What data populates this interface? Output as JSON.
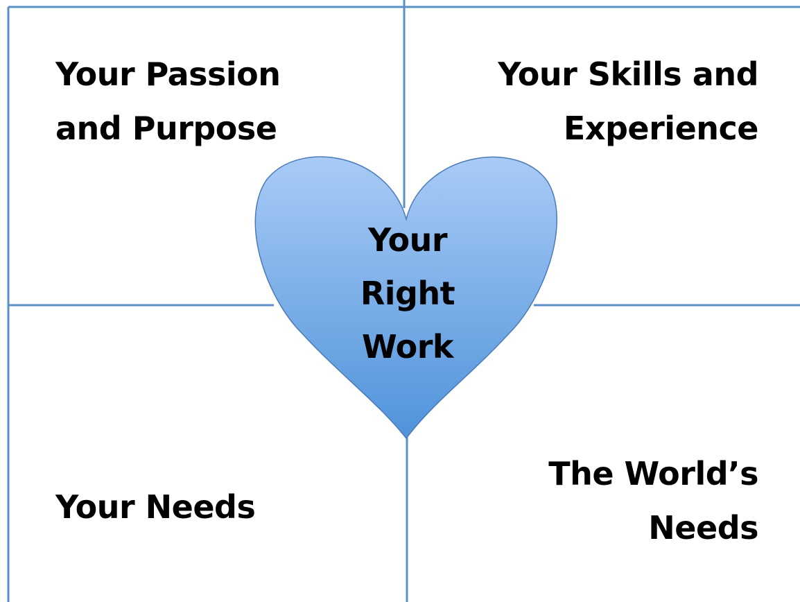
{
  "colors": {
    "grid_line": "#5b8fc7",
    "heart_top": "#a9cbf6",
    "heart_bottom": "#4f93da",
    "heart_stroke": "#4a7ab8",
    "text": "#000000"
  },
  "quadrants": {
    "top_left": {
      "lines": [
        "Your Passion",
        "and Purpose"
      ]
    },
    "top_right": {
      "lines": [
        "Your Skills and",
        "Experience"
      ]
    },
    "bottom_left": {
      "lines": [
        "Your Needs"
      ]
    },
    "bottom_right": {
      "lines": [
        "The World’s",
        "Needs"
      ]
    }
  },
  "center": {
    "shape": "heart",
    "lines": [
      "Your",
      "Right",
      "Work"
    ]
  }
}
